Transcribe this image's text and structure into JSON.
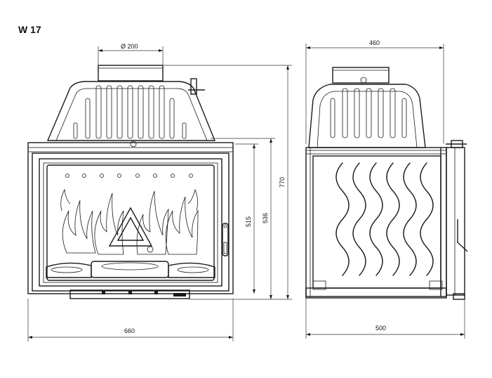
{
  "title": "W 17",
  "dimensions": {
    "flue_diameter": "Ø 200",
    "front_width": "660",
    "front_height_door": "515",
    "front_height_body": "536",
    "total_height": "770",
    "side_top_depth": "460",
    "side_depth": "500"
  },
  "colors": {
    "line": "#1a1a1a",
    "background": "#ffffff"
  }
}
